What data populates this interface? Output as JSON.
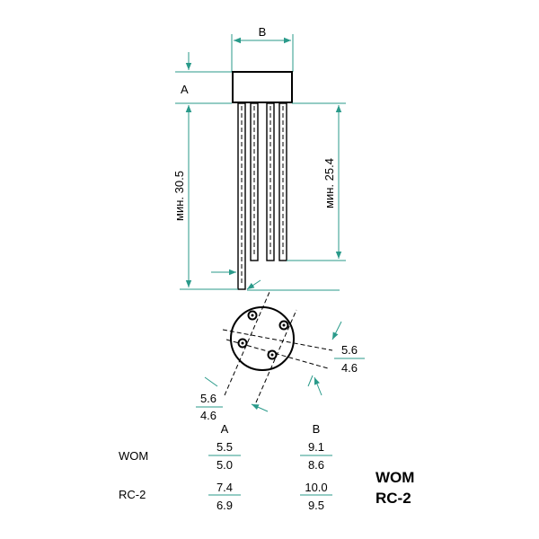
{
  "labels": {
    "dim_b": "B",
    "dim_a": "A",
    "min_30_5": "мин. 30.5",
    "min_25_4": "мин. 25.4",
    "spacing_right_top": "5.6",
    "spacing_right_bottom": "4.6",
    "spacing_left_top": "5.6",
    "spacing_left_bottom": "4.6"
  },
  "table": {
    "col_a": "A",
    "col_b": "B",
    "rows": [
      {
        "name": "WOM",
        "a_top": "5.5",
        "a_bottom": "5.0",
        "b_top": "9.1",
        "b_bottom": "8.6"
      },
      {
        "name": "RC-2",
        "a_top": "7.4",
        "a_bottom": "6.9",
        "b_top": "10.0",
        "b_bottom": "9.5"
      }
    ]
  },
  "package_names": [
    "WOM",
    "RC-2"
  ],
  "colors": {
    "dimension": "#2a9a8a",
    "outline": "#000000",
    "background": "#ffffff"
  }
}
